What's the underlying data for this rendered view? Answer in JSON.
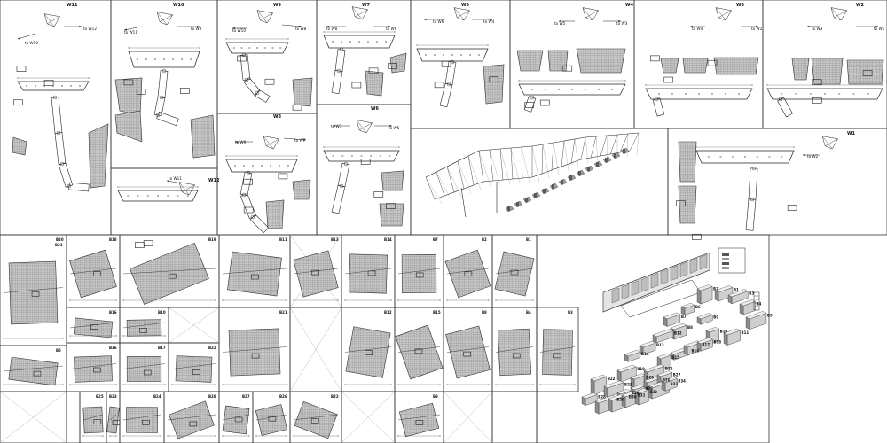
{
  "colors": {
    "line": "#222222",
    "fill": "#c8c8c8",
    "hatch": "#8a8a8a",
    "frame": "#333333",
    "paper": "#ffffff"
  },
  "wall_panels": [
    {
      "title": "W11",
      "arrows": [
        "to W10",
        "to W12"
      ]
    },
    {
      "title": "W10",
      "arrows": [
        "to W11",
        "to W9"
      ]
    },
    {
      "title": "W9",
      "arrows": [
        "to W10",
        "to W8"
      ]
    },
    {
      "title": "W7",
      "arrows": [
        "to W8",
        "to W6"
      ]
    },
    {
      "title": "W5",
      "arrows": [
        "to W6",
        "to W4"
      ]
    },
    {
      "title": "W4",
      "arrows": [
        "to W5",
        "to W3"
      ]
    },
    {
      "title": "W3",
      "arrows": [
        "to W4",
        "to W2"
      ]
    },
    {
      "title": "W2",
      "arrows": [
        "to W3",
        "to W1"
      ]
    },
    {
      "title": "W8",
      "arrows": [
        "to W9",
        "to W7"
      ]
    },
    {
      "title": "W6",
      "arrows": [
        "to W7",
        "to W5"
      ]
    },
    {
      "title": "W12",
      "arrows": [
        "to W11"
      ]
    },
    {
      "title": "W1",
      "arrows": [
        "to W2"
      ]
    }
  ],
  "bracket_titles_row1": [
    "B20",
    "B18",
    "B19",
    "B11",
    "B13",
    "B14",
    "B7",
    "B2",
    "B1"
  ],
  "bracket_titles_row2": [
    "B16",
    "B10",
    "B21",
    "B12",
    "B15",
    "B8",
    "B4",
    "B3",
    "B5"
  ],
  "bracket_titles_row3": [
    "B36",
    "B17",
    "B22",
    "B23"
  ],
  "bracket_titles_row4": [
    "B25",
    "B23",
    "B24",
    "B28",
    "B27",
    "B26",
    "B22",
    "B9"
  ],
  "axon_tags": [
    "B2",
    "B1",
    "B3",
    "B4",
    "B5",
    "B6",
    "B7",
    "B8",
    "B9",
    "B10",
    "B11",
    "B12",
    "B13",
    "B14",
    "B15",
    "B16",
    "B17",
    "B18",
    "B19",
    "B20",
    "B21",
    "B22",
    "B23",
    "B24",
    "B25",
    "B26",
    "B27",
    "B28",
    "B29",
    "B30",
    "B31",
    "B32",
    "B33",
    "B34"
  ]
}
